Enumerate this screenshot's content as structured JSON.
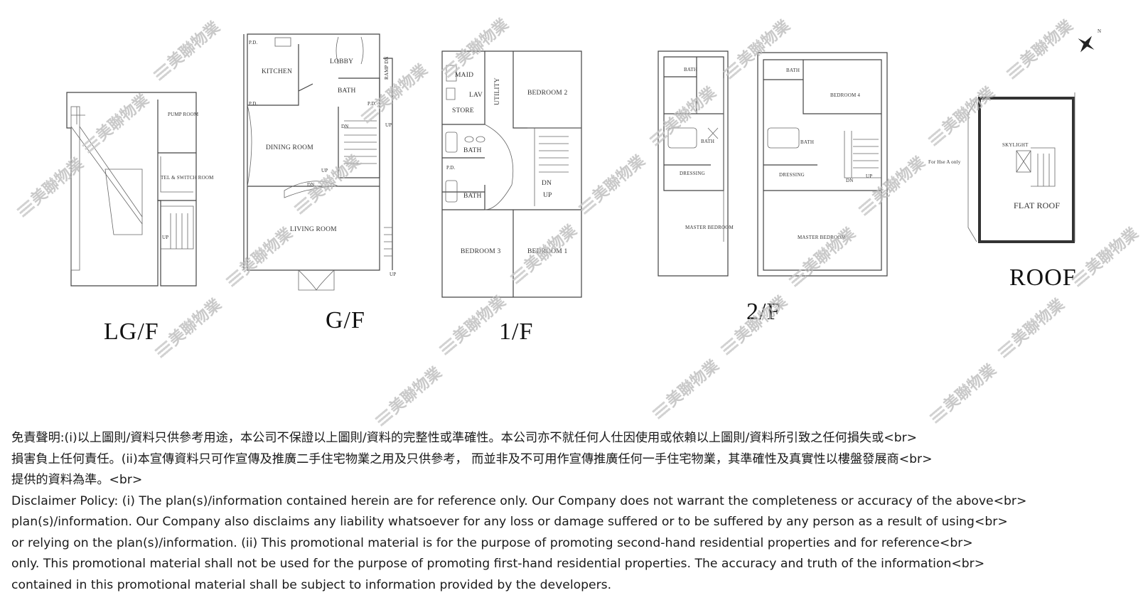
{
  "floors": [
    {
      "label": "LG/F",
      "rooms": [
        "PUMP ROOM",
        "TEL & SWITCH ROOM",
        "UP"
      ]
    },
    {
      "label": "G/F",
      "rooms": [
        "KITCHEN",
        "LOBBY",
        "BATH",
        "DINING ROOM",
        "LIVING ROOM",
        "P.D.",
        "P.D.",
        "P.D.",
        "DN",
        "UP",
        "UP",
        "DN",
        "RAMP DN",
        "UP"
      ]
    },
    {
      "label": "1/F",
      "rooms": [
        "MAID",
        "LAV",
        "STORE",
        "UTILITY",
        "BEDROOM 2",
        "BATH",
        "BATH",
        "P.D.",
        "DN",
        "UP",
        "BEDROOM 3",
        "BEDROOM 1"
      ]
    },
    {
      "label": "2/F",
      "rooms": [
        "BATH",
        "BATH",
        "DRESSING",
        "MASTER BEDROOM",
        "BATH",
        "BEDROOM 4",
        "BATH",
        "DRESSING",
        "DN",
        "UP",
        "MASTER BEDROOM"
      ]
    },
    {
      "label": "ROOF",
      "rooms": [
        "SKYLIGHT",
        "FLAT ROOF",
        "For Hse A only"
      ]
    }
  ],
  "compass": {
    "symbol": "N"
  },
  "watermark": {
    "text": "美聯物業"
  },
  "disclaimer": [
    "免責聲明:(i)以上圖則/資料只供參考用途，本公司不保證以上圖則/資料的完整性或準確性。本公司亦不就任何人仕因使用或依賴以上圖則/資料所引致之任何損失或<br>",
    "損害負上任何責任。(ii)本宣傳資料只可作宣傳及推廣二手住宅物業之用及只供參考， 而並非及不可用作宣傳推廣任何一手住宅物業，其準確性及真實性以樓盤發展商<br>",
    "提供的資料為準。<br>",
    "Disclaimer Policy: (i) The plan(s)/information contained herein are for reference only. Our Company does not warrant the completeness or accuracy of the above<br>",
    "plan(s)/information. Our Company also disclaims any liability whatsoever for any loss or damage suffered or to be suffered by any person as a result of using<br>",
    "or relying on the plan(s)/information. (ii) This promotional material is for the purpose of promoting second-hand residential properties and for reference<br>",
    "only. This promotional material shall not be used for the purpose of promoting first-hand residential properties. The accuracy and truth of the information<br>",
    "contained in this promotional material shall be subject to information provided by the developers."
  ]
}
